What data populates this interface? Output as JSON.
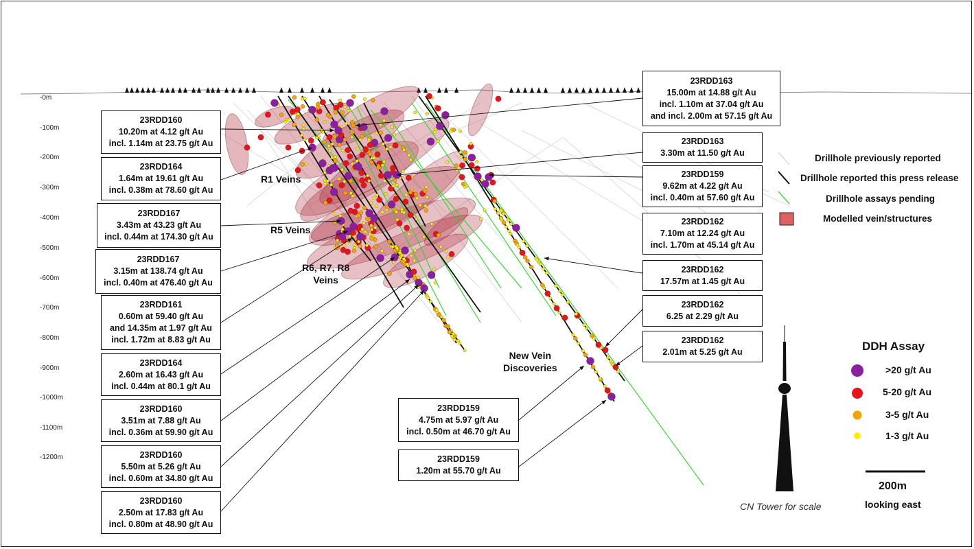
{
  "depth_labels": [
    "-0m",
    "-100m",
    "-200m",
    "-300m",
    "-400m",
    "-500m",
    "-600m",
    "-700m",
    "-800m",
    "-900m",
    "-1000m",
    "-1100m",
    "-1200m"
  ],
  "callouts_left": [
    {
      "lines": [
        "23RDD160",
        "10.20m at 4.12 g/t Au",
        "incl. 1.14m at 23.75 g/t Au"
      ]
    },
    {
      "lines": [
        "23RDD164",
        "1.64m at 19.61 g/t Au",
        "incl. 0.38m at 78.60 g/t Au"
      ]
    },
    {
      "lines": [
        "23RDD167",
        "3.43m at 43.23 g/t Au",
        "incl. 0.44m at 174.30 g/t Au"
      ]
    },
    {
      "lines": [
        "23RDD167",
        "3.15m at 138.74 g/t Au",
        "incl. 0.40m at 476.40 g/t Au"
      ]
    },
    {
      "lines": [
        "23RDD161",
        "0.60m at 59.40 g/t Au",
        "and 14.35m at 1.97 g/t Au",
        "incl. 1.72m at 8.83 g/t Au"
      ]
    },
    {
      "lines": [
        "23RDD164",
        "2.60m at 16.43 g/t Au",
        "incl. 0.44m at 80.1 g/t Au"
      ]
    },
    {
      "lines": [
        "23RDD160",
        "3.51m at 7.88 g/t Au",
        "incl. 0.36m at 59.90 g/t Au"
      ]
    },
    {
      "lines": [
        "23RDD160",
        "5.50m at 5.26 g/t Au",
        "incl. 0.60m at 34.80 g/t Au"
      ]
    },
    {
      "lines": [
        "23RDD160",
        "2.50m at 17.83 g/t Au",
        "incl. 0.80m at 48.90 g/t Au"
      ]
    }
  ],
  "callouts_right": [
    {
      "lines": [
        "23RDD163",
        "15.00m at 14.88 g/t Au",
        "incl. 1.10m at 37.04 g/t Au",
        "and incl. 2.00m at 57.15 g/t Au"
      ]
    },
    {
      "lines": [
        "23RDD163",
        "3.30m at 11.50 g/t Au"
      ]
    },
    {
      "lines": [
        "23RDD159",
        "9.62m at 4.22 g/t Au",
        "incl. 0.40m at 57.60 g/t Au"
      ]
    },
    {
      "lines": [
        "23RDD162",
        "7.10m at 12.24 g/t Au",
        "incl. 1.70m at 45.14 g/t Au"
      ]
    },
    {
      "lines": [
        "23RDD162",
        "17.57m at 1.45 g/t Au"
      ]
    },
    {
      "lines": [
        "23RDD162",
        "6.25 at 2.29 g/t Au"
      ]
    },
    {
      "lines": [
        "23RDD162",
        "2.01m at 5.25 g/t Au"
      ]
    }
  ],
  "callouts_bottom": [
    {
      "lines": [
        "23RDD159",
        "4.75m at 5.97 g/t Au",
        "incl. 0.50m at 46.70 g/t Au"
      ]
    },
    {
      "lines": [
        "23RDD159",
        "1.20m at 55.70 g/t Au"
      ]
    }
  ],
  "vein_labels": {
    "r1": "R1 Veins",
    "r5": "R5 Veins",
    "r678": "R6, R7, R8\nVeins",
    "new": "New Vein\nDiscoveries"
  },
  "legend": {
    "previous": "Drillhole previously reported",
    "this_release": "Drillhole reported this press release",
    "pending": "Drillhole assays pending",
    "modelled": "Modelled vein/structures"
  },
  "assay": {
    "title": "DDH Assay",
    "items": [
      {
        "label": ">20 g/t Au",
        "color": "#8b1fa0"
      },
      {
        "label": "5-20 g/t Au",
        "color": "#e8141c"
      },
      {
        "label": "3-5 g/t Au",
        "color": "#f5a300"
      },
      {
        "label": "1-3 g/t Au",
        "color": "#ffee00"
      }
    ]
  },
  "scale": {
    "label": "200m",
    "direction": "looking east",
    "tower": "CN Tower for scale"
  },
  "colors": {
    "pending": "#22dd22",
    "release": "#111111",
    "previous": "#cccccc",
    "vein": "#b03040"
  }
}
